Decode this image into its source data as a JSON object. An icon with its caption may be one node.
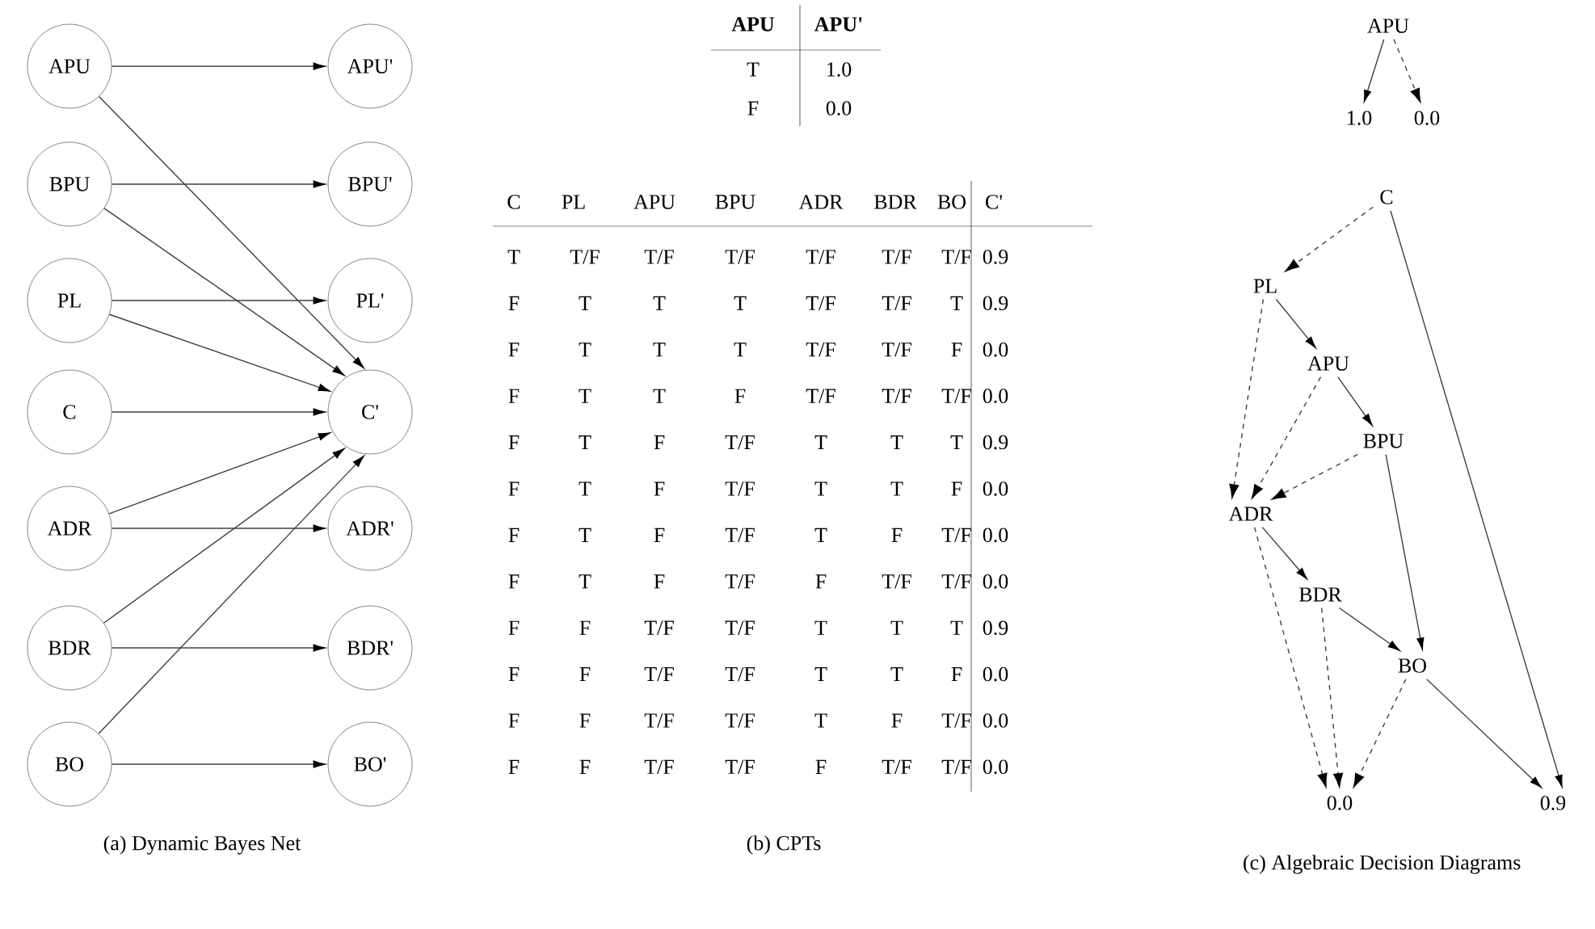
{
  "diagram": {
    "nodes": [
      {
        "text": [
          "APU"
        ]
      },
      {
        "text": [
          "BPU"
        ]
      },
      {
        "text": [
          "PL"
        ]
      },
      {
        "text": [
          "C"
        ]
      },
      {
        "text": [
          "ADR"
        ]
      },
      {
        "text": [
          "BDR"
        ]
      },
      {
        "text": [
          "BO"
        ]
      },
      {
        "text": [
          "APU'"
        ]
      },
      {
        "text": [
          "BPU'"
        ]
      },
      {
        "text": [
          "PL'"
        ]
      },
      {
        "text": [
          "C'"
        ]
      },
      {
        "text": [
          "ADR'"
        ]
      },
      {
        "text": [
          "BDR'"
        ]
      },
      {
        "text": [
          "BO'"
        ]
      },
      {
        "text": [
          "APU"
        ]
      },
      {
        "text": [
          "1.0"
        ]
      },
      {
        "text": [
          "0.0"
        ]
      },
      {
        "text": [
          "C"
        ]
      },
      {
        "text": [
          "PL"
        ]
      },
      {
        "text": [
          "APU"
        ]
      },
      {
        "text": [
          "BPU"
        ]
      },
      {
        "text": [
          "ADR"
        ]
      },
      {
        "text": [
          "BDR"
        ]
      },
      {
        "text": [
          "BO"
        ]
      },
      {
        "text": [
          "0.0"
        ]
      },
      {
        "text": [
          "0.9"
        ]
      }
    ],
    "edges": [
      {
        "from": 0,
        "to": 7,
        "arrow": "to"
      },
      {
        "from": 1,
        "to": 8,
        "arrow": "to"
      },
      {
        "from": 2,
        "to": 9,
        "arrow": "to"
      },
      {
        "from": 3,
        "to": 10,
        "arrow": "to"
      },
      {
        "from": 4,
        "to": 11,
        "arrow": "to"
      },
      {
        "from": 5,
        "to": 12,
        "arrow": "to"
      },
      {
        "from": 6,
        "to": 13,
        "arrow": "to"
      },
      {
        "from": 0,
        "to": 10,
        "arrow": "to"
      },
      {
        "from": 1,
        "to": 10,
        "arrow": "to"
      },
      {
        "from": 2,
        "to": 10,
        "arrow": "to"
      },
      {
        "from": 4,
        "to": 10,
        "arrow": "to"
      },
      {
        "from": 5,
        "to": 10,
        "arrow": "to"
      },
      {
        "from": 6,
        "to": 10,
        "arrow": "to"
      },
      {
        "from": 14,
        "to": 15,
        "arrow": "to"
      },
      {
        "from": 14,
        "to": 16,
        "arrow": "to",
        "style": "dashed"
      },
      {
        "from": 17,
        "to": 18,
        "arrow": "to",
        "style": "dashed"
      },
      {
        "from": 17,
        "to": 25,
        "arrow": "to"
      },
      {
        "from": 18,
        "to": 19,
        "arrow": "to"
      },
      {
        "from": 18,
        "to": 21,
        "arrow": "to",
        "style": "dashed"
      },
      {
        "from": 19,
        "to": 20,
        "arrow": "to"
      },
      {
        "from": 19,
        "to": 21,
        "arrow": "to",
        "style": "dashed"
      },
      {
        "from": 20,
        "to": 21,
        "arrow": "to",
        "style": "dashed"
      },
      {
        "from": 20,
        "to": 23,
        "arrow": "to"
      },
      {
        "from": 21,
        "to": 22,
        "arrow": "to"
      },
      {
        "from": 21,
        "to": 24,
        "arrow": "to",
        "style": "dashed"
      },
      {
        "from": 22,
        "to": 23,
        "arrow": "to"
      },
      {
        "from": 22,
        "to": 24,
        "arrow": "to",
        "style": "dashed"
      },
      {
        "from": 23,
        "to": 25,
        "arrow": "to"
      },
      {
        "from": 23,
        "to": 24,
        "arrow": "to",
        "style": "dashed"
      }
    ],
    "labels": [
      "APU",
      "APU'",
      "T",
      "1.0",
      "F",
      "0.0",
      "C",
      "PL",
      "APU",
      "BPU",
      "ADR",
      "BDR",
      "BO",
      "C'",
      "T",
      "T/F",
      "T/F",
      "T/F",
      "T/F",
      "T/F",
      "T/F",
      "0.9",
      "F",
      "T",
      "T",
      "T",
      "T/F",
      "T/F",
      "T",
      "0.9",
      "F",
      "T",
      "T",
      "T",
      "T/F",
      "T/F",
      "F",
      "0.0",
      "F",
      "T",
      "T",
      "F",
      "T/F",
      "T/F",
      "T/F",
      "0.0",
      "F",
      "T",
      "F",
      "T/F",
      "T",
      "T",
      "T",
      "0.9",
      "F",
      "T",
      "F",
      "T/F",
      "T",
      "T",
      "F",
      "0.0",
      "F",
      "T",
      "F",
      "T/F",
      "T",
      "F",
      "T/F",
      "0.0",
      "F",
      "T",
      "F",
      "T/F",
      "F",
      "T/F",
      "T/F",
      "0.0",
      "F",
      "F",
      "T/F",
      "T/F",
      "T",
      "T",
      "T",
      "0.9",
      "F",
      "F",
      "T/F",
      "T/F",
      "T",
      "T",
      "F",
      "0.0",
      "F",
      "F",
      "T/F",
      "T/F",
      "T",
      "F",
      "T/F",
      "0.0",
      "F",
      "F",
      "T/F",
      "T/F",
      "F",
      "T/F",
      "T/F",
      "0.0",
      "(a) Dynamic Bayes Net",
      "(b) CPTs",
      "(c) Algebraic Decision Diagrams"
    ]
  }
}
